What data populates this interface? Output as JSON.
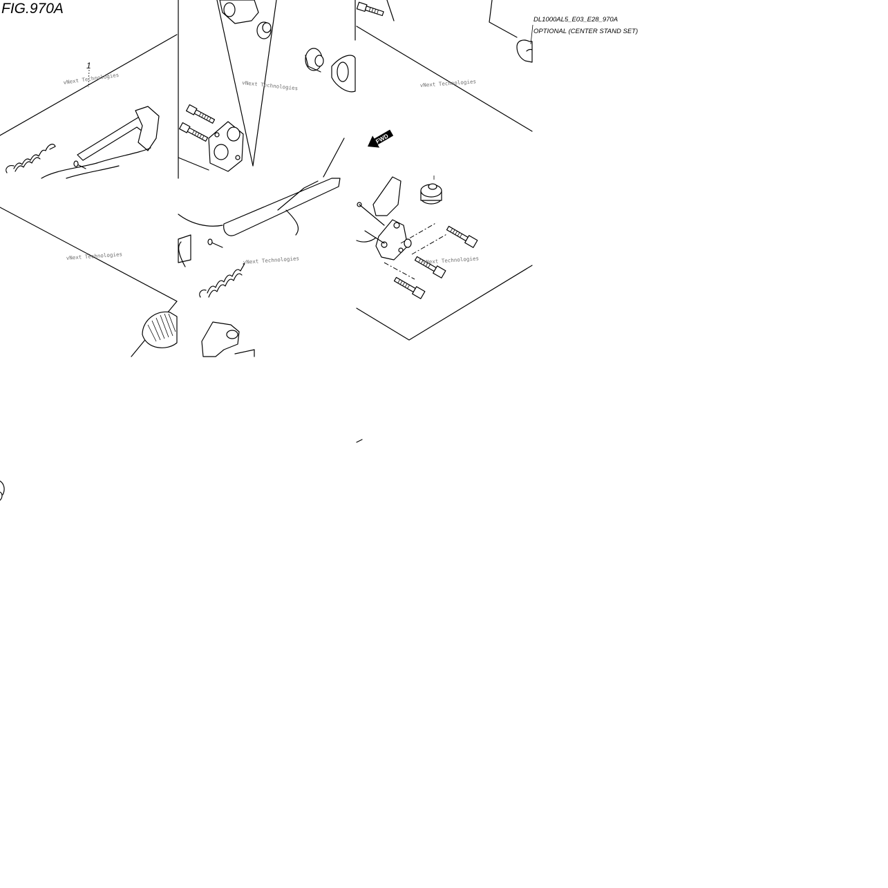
{
  "figure": {
    "title": "FIG.970A",
    "code": "DL1000AL5_E03_E28_970A",
    "note": "OPTIONAL (CENTER STAND SET)"
  },
  "callouts": [
    {
      "label": "1"
    }
  ],
  "fwd_label": "FWD",
  "watermark": "vNext Technologies",
  "line_color": "#000000",
  "background": "#ffffff"
}
